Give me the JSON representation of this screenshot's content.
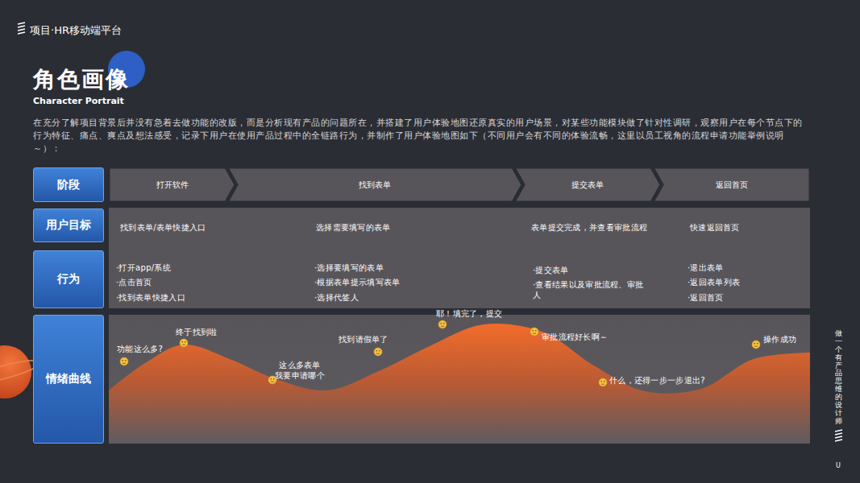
{
  "diagram": {
    "title": "角色画像",
    "nodes": [
      {
        "text": [
          "阶段"
        ]
      },
      {
        "text": [
          "用户目标"
        ]
      },
      {
        "text": [
          "行为"
        ]
      },
      {
        "text": [
          "情绪曲线"
        ]
      },
      {
        "text": [
          "打开软件"
        ]
      },
      {
        "text": [
          "找到表单"
        ]
      },
      {
        "text": [
          "提交表单"
        ]
      },
      {
        "text": [
          "返回首页"
        ]
      },
      {
        "text": [
          "找到表单/表单快捷入口",
          "选择需要填写的表单",
          "表单提交完成，并查看审批流程",
          "快速返回首页",
          "·打开app/系统",
          "·点击首页",
          "·找到表单快捷入口",
          "·选择要填写的表单",
          "·根据表单提示填写表单",
          "·选择代签人",
          "·提交表单",
          "·查看结果以及审批流程、审批人",
          "·退出表单",
          "·返回表单列表",
          "·返回首页"
        ]
      },
      {
        "text": [
          "功能这么多?",
          "终于找到啦",
          "这么多表单 我要申请哪个",
          "找到请假单了",
          "耶！填完了，提交",
          "审批流程好长啊～",
          "什么，还得一步一步退出?",
          "操作成功"
        ]
      }
    ],
    "labels": [
      "项目·HR移动端平台",
      "Character Portrait",
      "在充分了解项目背景后并没有急着去做功能的改版，而是分析现有产品的问题所在，并搭建了用户体验地图还原真实的用户场景，对某些功能模块做了针对性调研，观察用户在每个节点下的行为特征、痛点、爽点及想法感受，记录下用户在使用产品过程中的全链路行为，并制作了用户体验地图如下（不同用户会有不同的体验流畅，这里以员工视角的流程申请功能举例说明～）：",
      "做一个有产品思维的设计师",
      "U"
    ]
  }
}
